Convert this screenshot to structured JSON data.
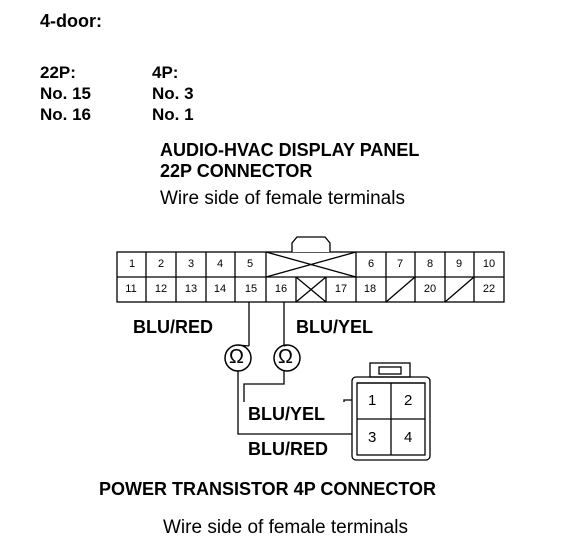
{
  "heading": "4-door:",
  "columns": [
    {
      "header": "22P:",
      "items": [
        "No. 15",
        "No. 16"
      ]
    },
    {
      "header": "4P:",
      "items": [
        "No. 3",
        "No. 1"
      ]
    }
  ],
  "panel_connector": {
    "title_line1": "AUDIO-HVAC DISPLAY PANEL",
    "title_line2": "22P CONNECTOR",
    "subtitle": "Wire side of female terminals",
    "row1": [
      "1",
      "2",
      "3",
      "4",
      "5",
      "6",
      "7",
      "8",
      "9",
      "10"
    ],
    "row2": [
      "11",
      "12",
      "13",
      "14",
      "15",
      "16",
      "17",
      "18",
      "20",
      "22"
    ]
  },
  "wires": {
    "left": "BLU/RED",
    "right": "BLU/YEL",
    "lower_yel": "BLU/YEL",
    "lower_red": "BLU/RED"
  },
  "ohm_symbol": "Ω",
  "transistor_connector": {
    "title": "POWER TRANSISTOR 4P CONNECTOR",
    "subtitle": "Wire side of female terminals",
    "pins": [
      "1",
      "2",
      "3",
      "4"
    ]
  }
}
